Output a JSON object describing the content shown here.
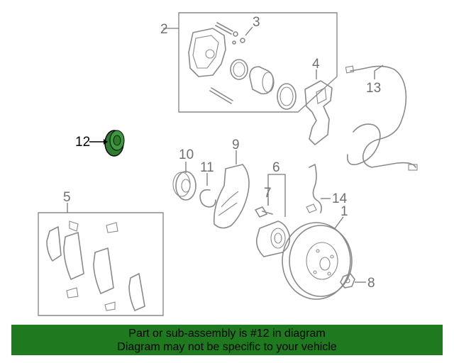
{
  "callouts": {
    "c1": "1",
    "c2": "2",
    "c3": "3",
    "c4": "4",
    "c5": "5",
    "c6": "6",
    "c7": "7",
    "c8": "8",
    "c9": "9",
    "c10": "10",
    "c11": "11",
    "c12": "12",
    "c13": "13",
    "c14": "14"
  },
  "highlight": {
    "part": "12",
    "color": "#2e7d2e"
  },
  "banner": {
    "line1": "Part or sub-assembly is #12 in diagram",
    "line2": "Diagram may not be specific to your vehicle",
    "color": "#1f7a1f"
  }
}
